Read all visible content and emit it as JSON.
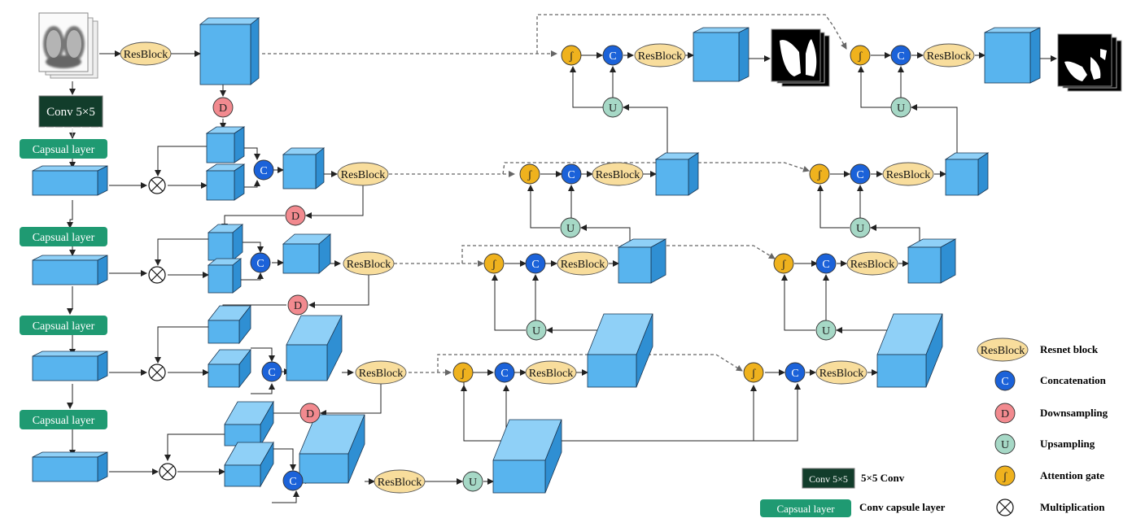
{
  "labels": {
    "resblock": "ResBlock",
    "conv": "Conv 5×5",
    "capsule": "Capsual layer",
    "concat": "C",
    "down": "D",
    "up": "U",
    "attention": "ʃ"
  },
  "legend": {
    "resblock_desc": "Resnet block",
    "concat_desc": "Concatenation",
    "down_desc": "Downsampling",
    "up_desc": "Upsampling",
    "attention_desc": "Attention gate",
    "mult_desc": "Multiplication",
    "conv_desc": "5×5 Conv",
    "capsule_desc": "Conv capsule layer"
  },
  "colors": {
    "cube_front": "#58b4ee",
    "cube_top": "#8fd0f7",
    "cube_side": "#2f8fd3",
    "resblock": "#f8dd9c",
    "concat": "#1b62d9",
    "down": "#f28a8f",
    "up": "#a6d8c6",
    "attention": "#efb21e",
    "conv": "#123d2b",
    "capsule": "#1f9a72"
  }
}
